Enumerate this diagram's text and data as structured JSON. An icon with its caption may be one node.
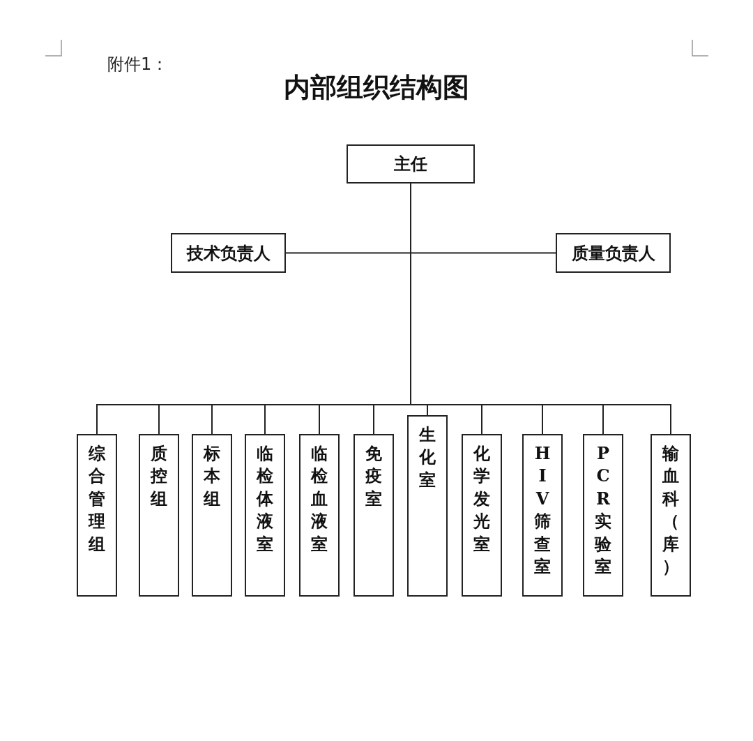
{
  "diagram": {
    "title": "内部组织结构图",
    "nodes": [
      {
        "text": [
          "主任"
        ]
      },
      {
        "text": [
          "技术负责人"
        ]
      },
      {
        "text": [
          "质量负责人"
        ]
      },
      {
        "text": [
          "综合管理组"
        ]
      },
      {
        "text": [
          "质控组"
        ]
      },
      {
        "text": [
          "标本组"
        ]
      },
      {
        "text": [
          "临检体液室"
        ]
      },
      {
        "text": [
          "临检血液室"
        ]
      },
      {
        "text": [
          "免疫室"
        ]
      },
      {
        "text": [
          "生化室"
        ]
      },
      {
        "text": [
          "化学发光室"
        ]
      },
      {
        "text": [
          "HIV筛查室"
        ]
      },
      {
        "text": [
          "PCR实验室"
        ]
      },
      {
        "text": [
          "输血科（库）"
        ]
      }
    ],
    "edges": [
      {
        "from": 0,
        "to": 1,
        "arrow": "none"
      },
      {
        "from": 0,
        "to": 2,
        "arrow": "none"
      },
      {
        "from": 0,
        "to": 3,
        "arrow": "none"
      },
      {
        "from": 0,
        "to": 4,
        "arrow": "none"
      },
      {
        "from": 0,
        "to": 5,
        "arrow": "none"
      },
      {
        "from": 0,
        "to": 6,
        "arrow": "none"
      },
      {
        "from": 0,
        "to": 7,
        "arrow": "none"
      },
      {
        "from": 0,
        "to": 8,
        "arrow": "none"
      },
      {
        "from": 0,
        "to": 9,
        "arrow": "none"
      },
      {
        "from": 0,
        "to": 10,
        "arrow": "none"
      },
      {
        "from": 0,
        "to": 11,
        "arrow": "none"
      },
      {
        "from": 0,
        "to": 12,
        "arrow": "none"
      },
      {
        "from": 0,
        "to": 13,
        "arrow": "none"
      }
    ],
    "labels": [
      "附件1："
    ]
  }
}
